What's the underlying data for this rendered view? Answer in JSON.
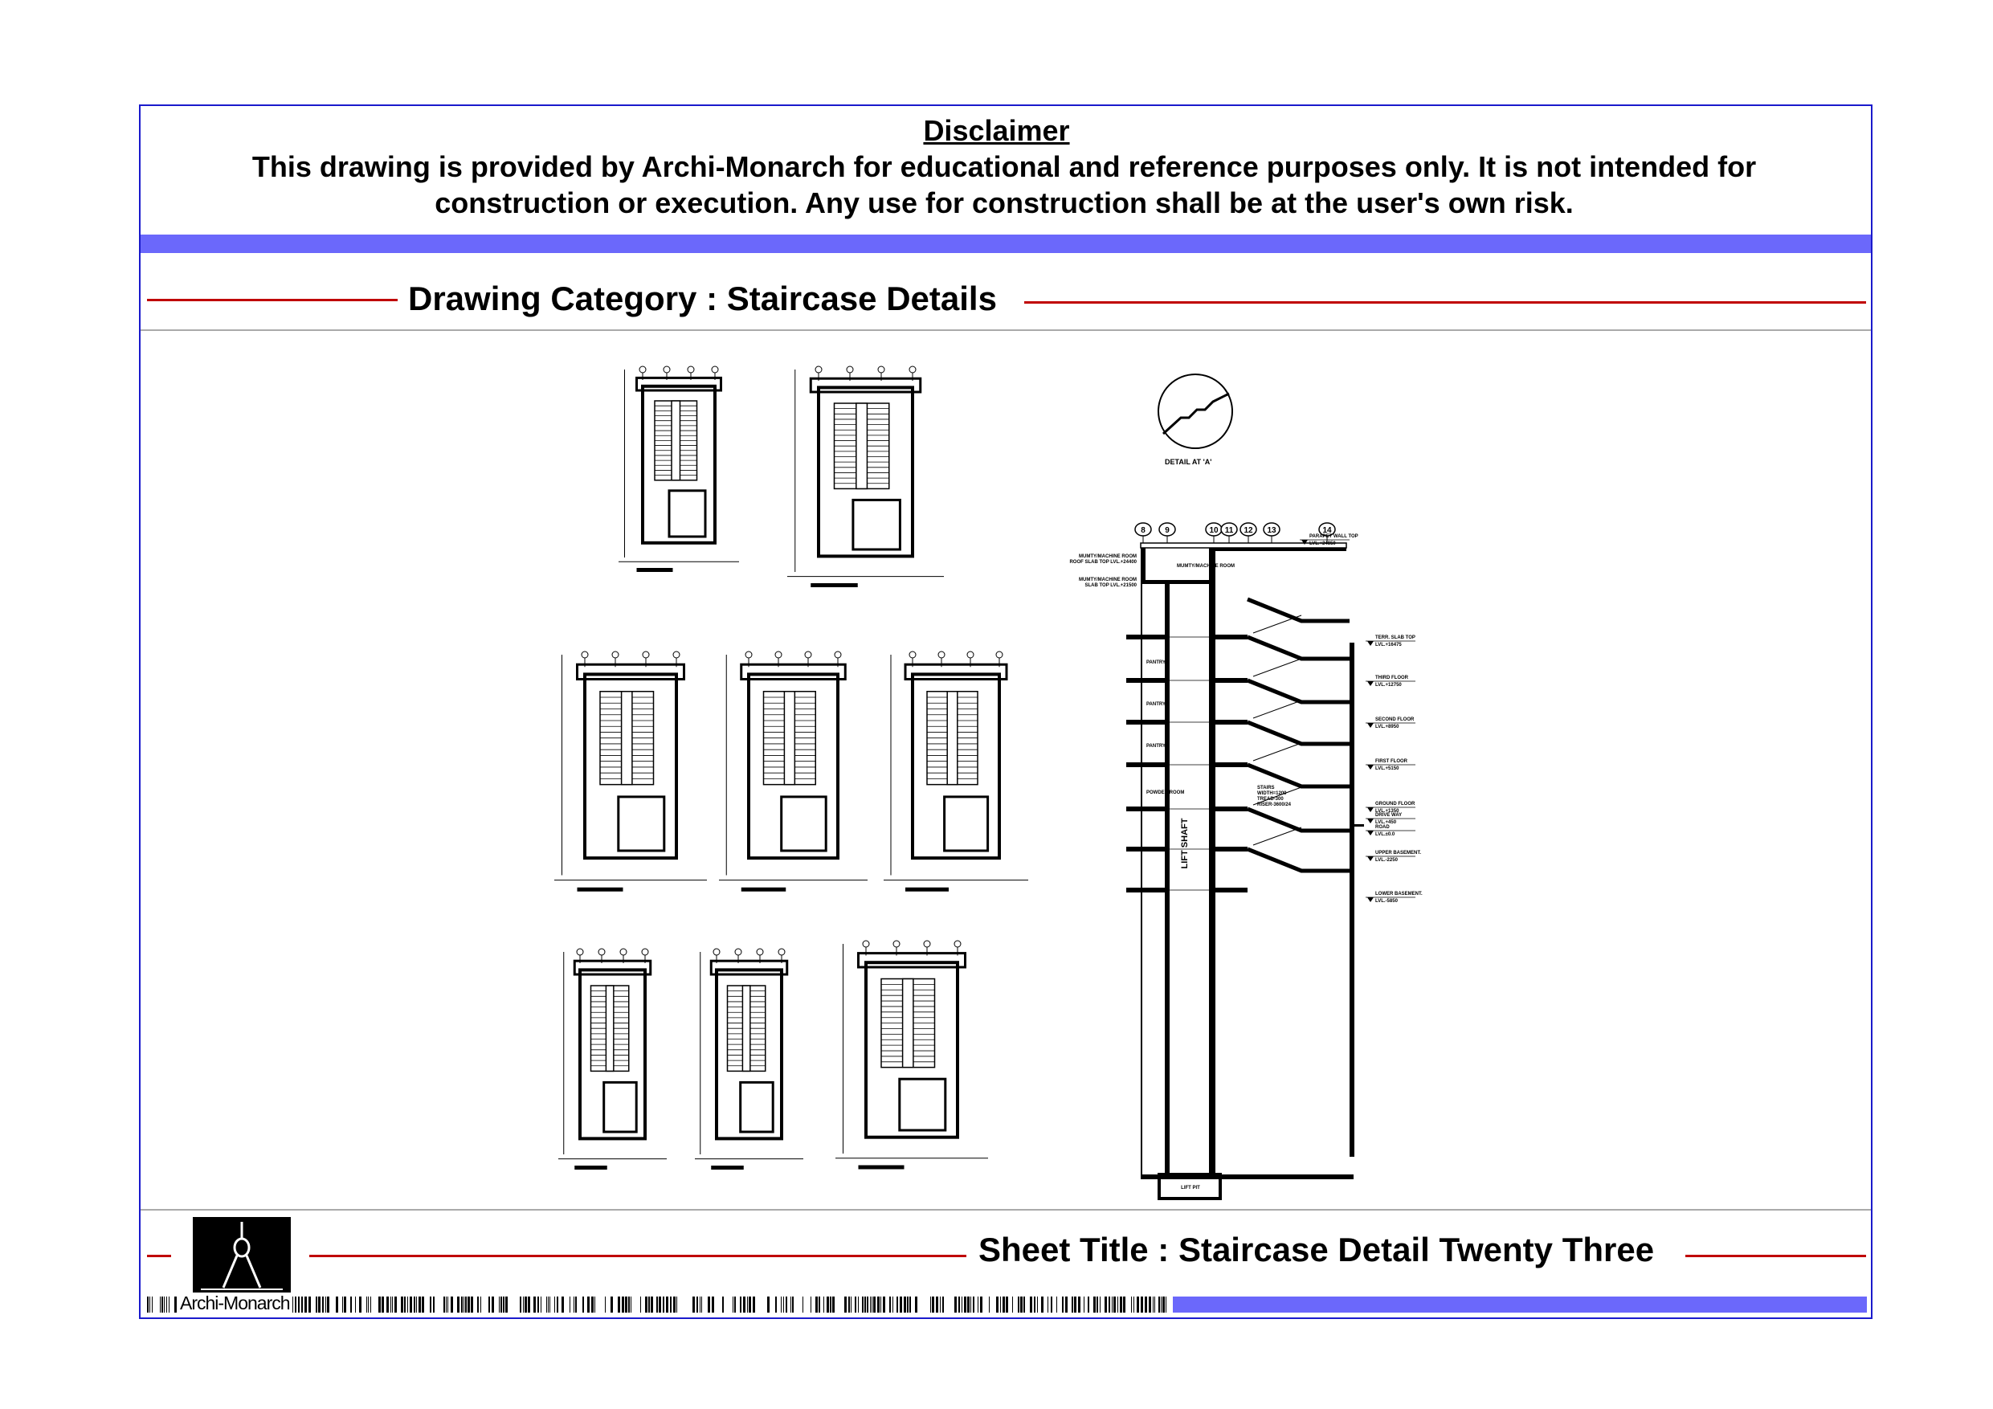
{
  "disclaimer": {
    "title": "Disclaimer",
    "text": "This drawing is provided by Archi-Monarch for educational and reference purposes only. It is not intended for construction or execution. Any use for construction shall be at the user's own risk."
  },
  "category": {
    "label": "Drawing Category : Staircase Details"
  },
  "footer": {
    "sheet_title": "Sheet Title : Staircase Detail Twenty Three",
    "brand": "Archi-Monarch"
  },
  "section": {
    "grid_labels": [
      "8",
      "9",
      "10",
      "11",
      "12",
      "13",
      "14"
    ],
    "lift_label": "LIFT SHAFT",
    "machine_room": "MUMTY/MACHINE ROOM",
    "stairs_note": [
      "STAIRS",
      "WIDTH=1200",
      "TREAD-300",
      "RISER-3600/24"
    ],
    "rooms": [
      "PANTRY",
      "PANTRY",
      "PANTRY",
      "POWDER ROOM"
    ],
    "lift_pit": "LIFT PIT",
    "levels_left": [
      {
        "name": "MUMTY/MACHINE ROOM",
        "level": "ROOF SLAB TOP LVL.+24400"
      },
      {
        "name": "MUMTY/MACHINE ROOM",
        "level": "SLAB TOP LVL.+21500"
      }
    ],
    "levels_right": [
      {
        "name": "PARAPET WALL TOP",
        "level": "LVL.+24850"
      },
      {
        "name": "TERR. SLAB TOP",
        "level": "LVL.+16475"
      },
      {
        "name": "THIRD FLOOR",
        "level": "LVL.+12750"
      },
      {
        "name": "SECOND FLOOR",
        "level": "LVL.+8950"
      },
      {
        "name": "FIRST FLOOR",
        "level": "LVL.+5150"
      },
      {
        "name": "GROUND FLOOR",
        "level": "LVL.+1350"
      },
      {
        "name": "DRIVE WAY",
        "level": "LVL.+450"
      },
      {
        "name": "ROAD",
        "level": "LVL.±0.0"
      },
      {
        "name": "UPPER BASEMENT.",
        "level": "LVL.-2250"
      },
      {
        "name": "LOWER BASEMENT.",
        "level": "LVL.-5850"
      }
    ]
  },
  "detail": {
    "label": "DETAIL AT 'A'"
  },
  "colors": {
    "frame": "#1a1acc",
    "band": "#6b68fb",
    "rule": "#c00000"
  }
}
